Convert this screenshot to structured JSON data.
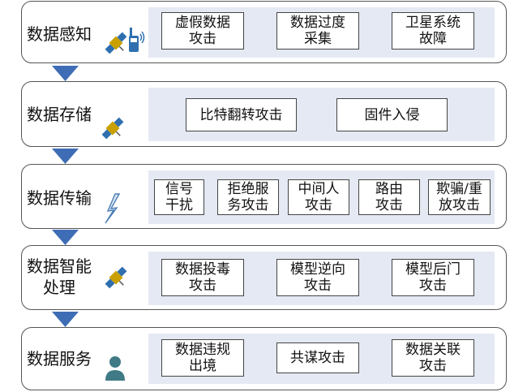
{
  "layers": [
    {
      "title": "数据感知",
      "icons": [
        "satellite-icon",
        "walkie-talkie-icon"
      ],
      "attacks": [
        "虚假数据\n攻击",
        "数据过度\n采集",
        "卫星系统\n故障"
      ]
    },
    {
      "title": "数据存储",
      "icons": [
        "satellite-icon"
      ],
      "attacks": [
        "比特翻转攻击",
        "固件入侵"
      ]
    },
    {
      "title": "数据传输",
      "icons": [
        "lightning-icon"
      ],
      "attacks": [
        "信号\n干扰",
        "拒绝服\n务攻击",
        "中间人\n攻击",
        "路由\n攻击",
        "欺骗/重\n放攻击"
      ]
    },
    {
      "title": "数据智能\n处理",
      "icons": [
        "satellite-icon"
      ],
      "attacks": [
        "数据投毒\n攻击",
        "模型逆向\n攻击",
        "模型后门\n攻击"
      ]
    },
    {
      "title": "数据服务",
      "icons": [
        "user-icon"
      ],
      "attacks": [
        "数据违规\n出境",
        "共谋攻击",
        "数据关联\n攻击"
      ]
    }
  ],
  "colors": {
    "panel_fill": "#e4e9f3",
    "arrow_fill": "#3f6db5",
    "icon_blue": "#2f6fb0",
    "icon_gold": "#c9a000",
    "user_teal": "#3f7a86"
  }
}
